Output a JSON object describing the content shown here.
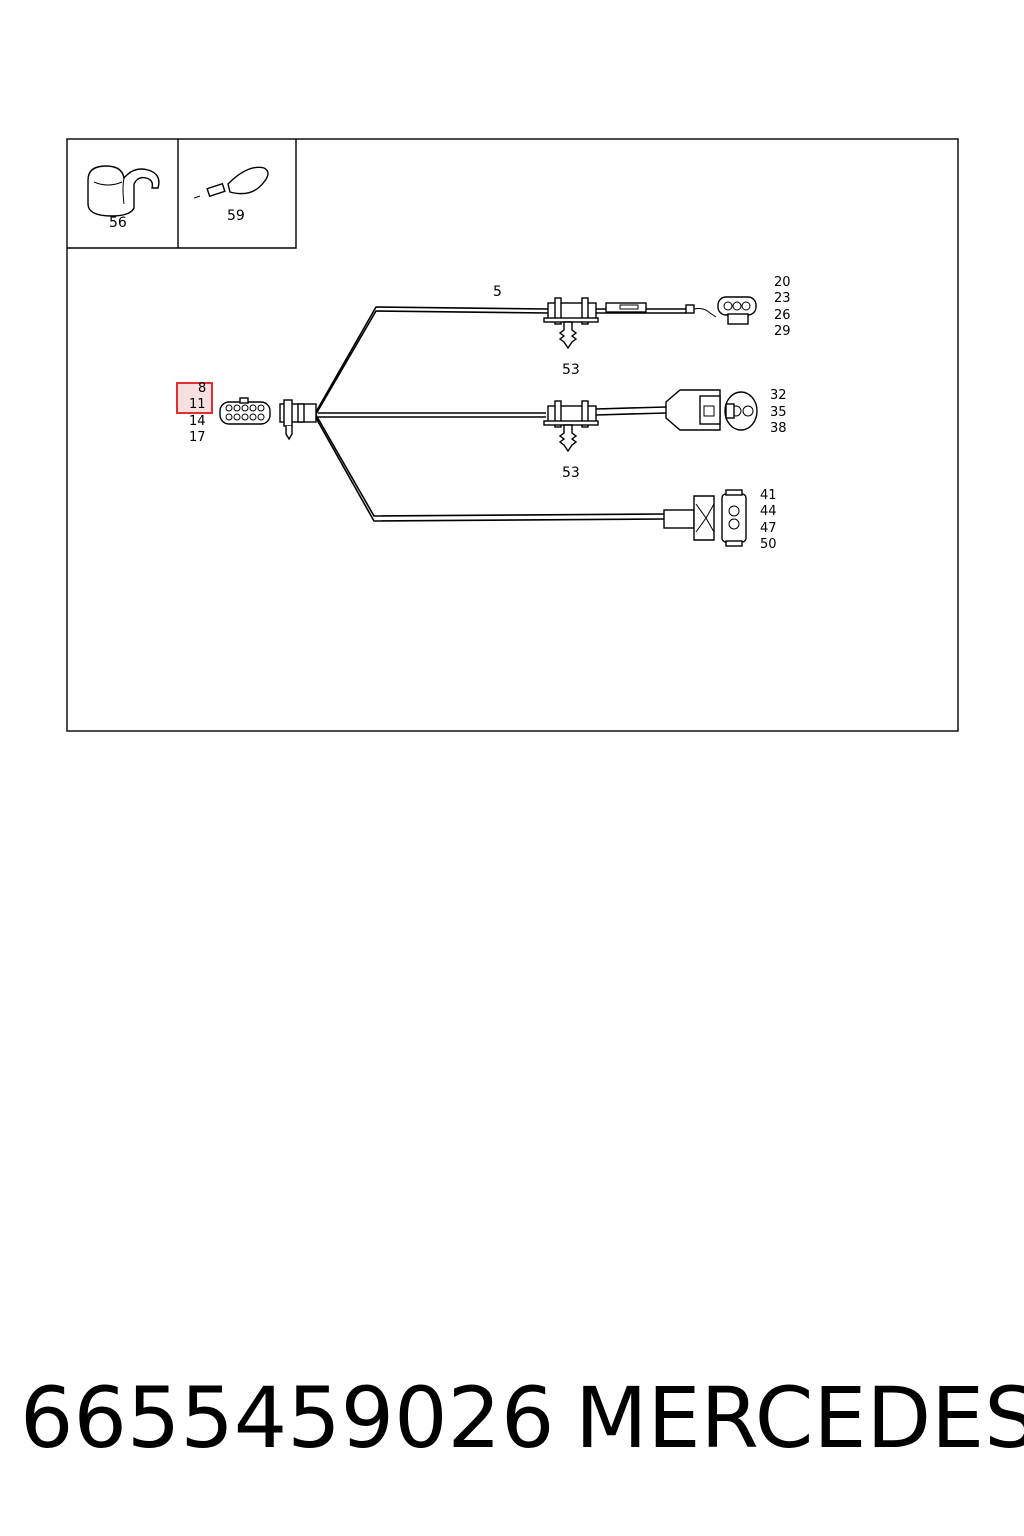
{
  "inset_labels": [
    "56",
    "59"
  ],
  "callouts": {
    "top_branch": "5",
    "clip_top": "53",
    "clip_middle": "53",
    "left_connector": [
      "8",
      "11",
      "14",
      "17"
    ],
    "top_connector": [
      "20",
      "23",
      "26",
      "29"
    ],
    "middle_connector": [
      "32",
      "35",
      "38"
    ],
    "bottom_connector": [
      "41",
      "44",
      "47",
      "50"
    ]
  },
  "highlighted_callout": "11",
  "highlight_color": "#e03030",
  "footer": {
    "part_number": "6655459026",
    "brand": "MERCEDES"
  }
}
